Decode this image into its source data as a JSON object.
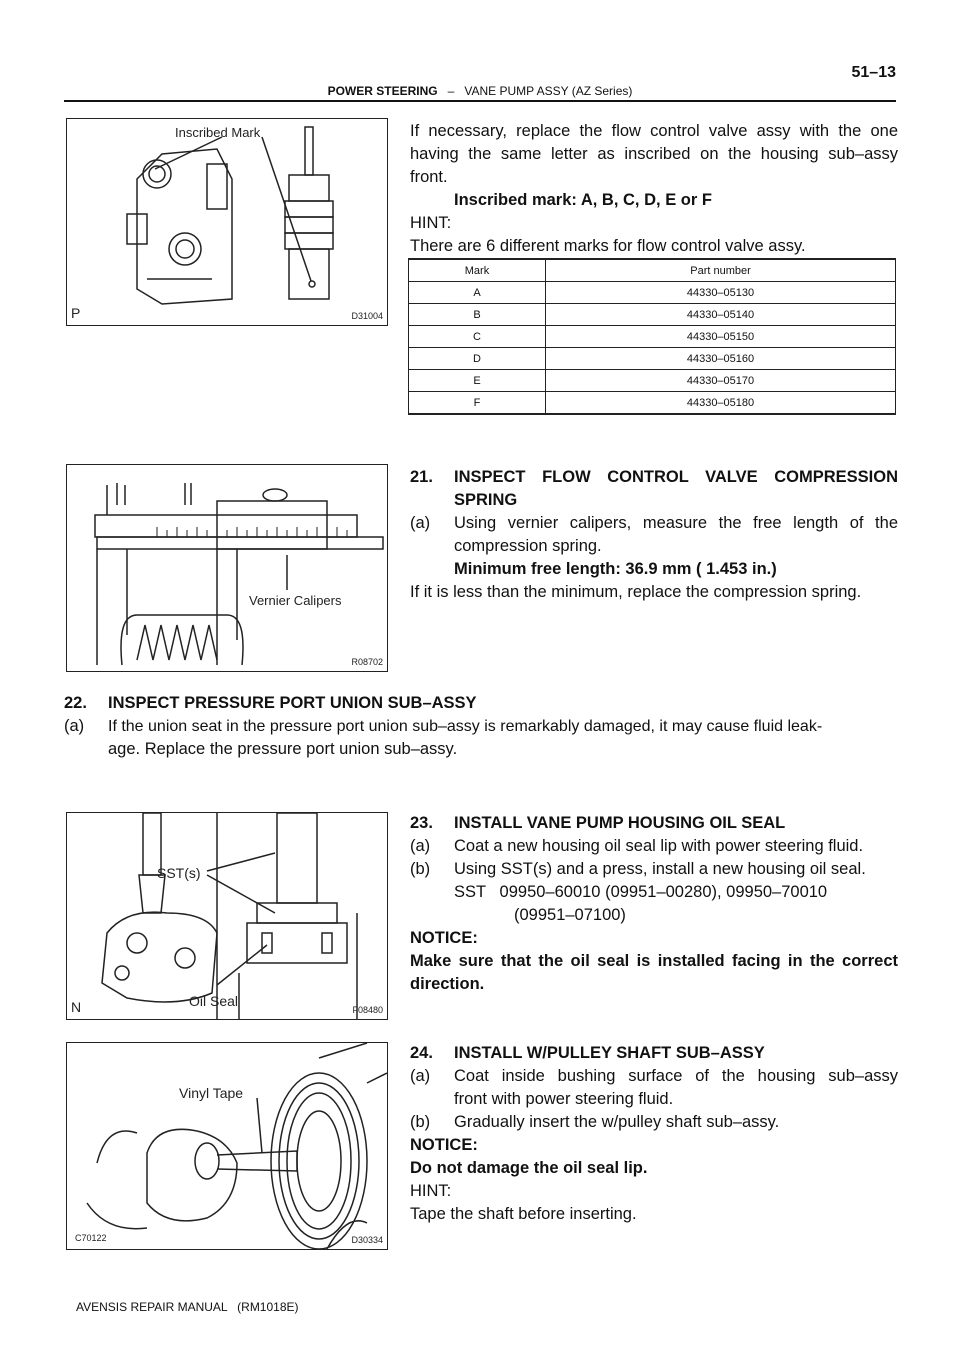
{
  "header": {
    "section": "POWER STEERING",
    "separator": "–",
    "subsection": "VANE PUMP ASSY (AZ Series)",
    "page_number": "51–13"
  },
  "figures": {
    "fig1": {
      "label": "Inscribed Mark",
      "code": "D31004",
      "letter": "P"
    },
    "fig2": {
      "label": "Vernier Calipers",
      "code": "R08702"
    },
    "fig3": {
      "label_sst": "SST(s)",
      "label_seal": "Oil Seal",
      "code": "F08480",
      "letter": "N"
    },
    "fig4": {
      "label": "Vinyl Tape",
      "code": "D30334",
      "code2": "C70122"
    }
  },
  "block1": {
    "p1_l1": "If necessary, replace the flow control valve assy with the one",
    "p1_l2": "having the same letter as inscribed on the housing sub–assy",
    "p1_l3": "front.",
    "spec": "Inscribed mark: A, B, C, D, E or F",
    "hint": "HINT:",
    "hint_text": "There are 6 different marks for flow control valve assy."
  },
  "table": {
    "headers": [
      "Mark",
      "Part number"
    ],
    "rows": [
      [
        "A",
        "44330–05130"
      ],
      [
        "B",
        "44330–05140"
      ],
      [
        "C",
        "44330–05150"
      ],
      [
        "D",
        "44330–05160"
      ],
      [
        "E",
        "44330–05170"
      ],
      [
        "F",
        "44330–05180"
      ]
    ]
  },
  "step21": {
    "num": "21.",
    "title_l1": "INSPECT FLOW CONTROL VALVE COMPRESSION",
    "title_l2": "SPRING",
    "a_label": "(a)",
    "a_l1": "Using vernier calipers, measure the free length of the",
    "a_l2": "compression spring.",
    "spec": "Minimum free length: 36.9 mm ( 1.453 in.)",
    "note": "If it is less than the minimum, replace the compression spring."
  },
  "step22": {
    "num": "22.",
    "title": "INSPECT PRESSURE PORT UNION SUB–ASSY",
    "a_label": "(a)",
    "a_l1": "If the union seat in the pressure port union sub–assy is remarkably damaged, it may cause fluid leak-",
    "a_l2": "age. Replace the pressure port union sub–assy."
  },
  "step23": {
    "num": "23.",
    "title": "INSTALL VANE PUMP HOUSING OIL SEAL",
    "a_label": "(a)",
    "a_text": "Coat a new housing oil seal lip with power steering fluid.",
    "b_label": "(b)",
    "b_text": "Using SST(s) and a press, install a new housing oil seal.",
    "sst_l1": "SST   09950–60010 (09951–00280), 09950–70010",
    "sst_l2": "(09951–07100)",
    "notice": "NOTICE:",
    "notice_l1": "Make sure that the oil seal is installed facing in the correct",
    "notice_l2": "direction."
  },
  "step24": {
    "num": "24.",
    "title": "INSTALL W/PULLEY SHAFT SUB–ASSY",
    "a_label": "(a)",
    "a_l1": "Coat inside bushing surface of the housing sub–assy",
    "a_l2": "front with power steering fluid.",
    "b_label": "(b)",
    "b_text": "Gradually insert the w/pulley shaft sub–assy.",
    "notice": "NOTICE:",
    "notice_text": "Do not damage the oil seal lip.",
    "hint": "HINT:",
    "hint_text": "Tape the shaft before inserting."
  },
  "footer": {
    "text": "AVENSIS REPAIR MANUAL   (RM1018E)"
  }
}
